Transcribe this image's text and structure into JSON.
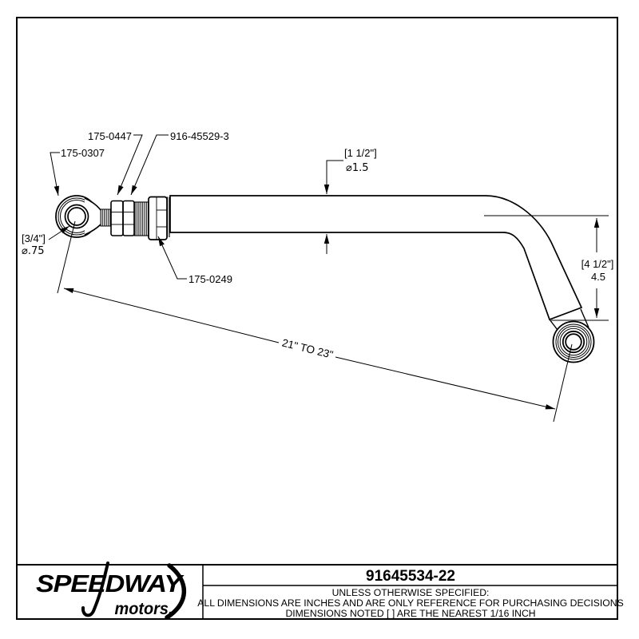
{
  "colors": {
    "ink": "#000000",
    "background": "#ffffff"
  },
  "callouts": {
    "rod_end": "175-0307",
    "jam_nut": "175-0447",
    "rod_assembly": "916-45529-3",
    "tube_bung": "175-0249"
  },
  "dimensions": {
    "bore_fraction": "[3/4\"]",
    "bore_decimal": "⌀.75",
    "tube_fraction": "[1 1/2\"]",
    "tube_decimal": "⌀1.5",
    "length_range": "21\" TO 23\"",
    "drop_fraction": "[4 1/2\"]",
    "drop_decimal": "4.5"
  },
  "title_block": {
    "part_number": "91645534-22",
    "notes": [
      "UNLESS OTHERWISE SPECIFIED:",
      "ALL DIMENSIONS ARE INCHES AND ARE ONLY REFERENCE FOR PURCHASING DECISIONS",
      "DIMENSIONS NOTED [ ] ARE THE NEAREST 1/16 INCH"
    ],
    "logo_primary": "SPEEDWAY",
    "logo_secondary": "motors."
  }
}
